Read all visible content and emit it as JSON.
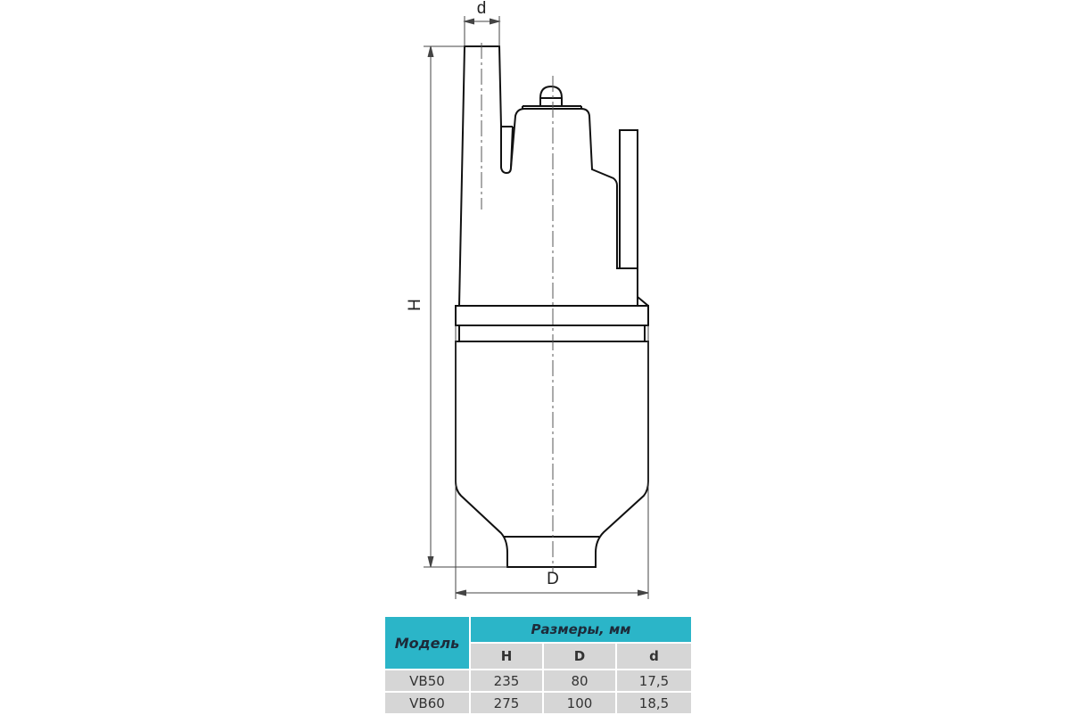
{
  "drawing": {
    "labels": {
      "height": "H",
      "diameter": "D",
      "outlet": "d"
    }
  },
  "table": {
    "model_header": "Модель",
    "dims_header": "Размеры, мм",
    "columns": [
      "H",
      "D",
      "d"
    ],
    "rows": [
      {
        "model": "VB50",
        "H": "235",
        "D": "80",
        "d": "17,5"
      },
      {
        "model": "VB60",
        "H": "275",
        "D": "100",
        "d": "18,5"
      }
    ]
  },
  "colors": {
    "header": "#2bb5c8",
    "cell": "#d6d6d6"
  }
}
